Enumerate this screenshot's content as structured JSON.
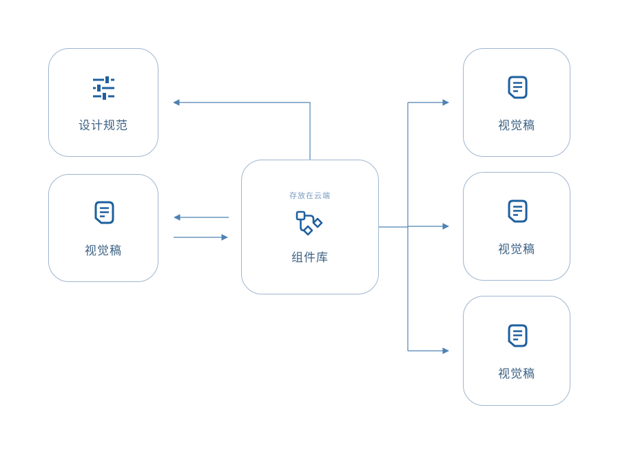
{
  "diagram": {
    "colors": {
      "border": "#9fb5cf",
      "icon": "#1d5f9e",
      "label": "#3d6285",
      "subtitle": "#7b9cc2",
      "arrow": "#4e82b4",
      "background": "#ffffff"
    },
    "nodes": {
      "design_spec": {
        "label": "设计规范",
        "icon": "sliders-icon"
      },
      "visual_draft_left": {
        "label": "视觉稿",
        "icon": "document-icon"
      },
      "component_library": {
        "label": "组件库",
        "subtitle": "存放在云端",
        "icon": "git-branch-icon"
      },
      "visual_draft_right_top": {
        "label": "视觉稿",
        "icon": "document-icon"
      },
      "visual_draft_right_middle": {
        "label": "视觉稿",
        "icon": "document-icon"
      },
      "visual_draft_right_bottom": {
        "label": "视觉稿",
        "icon": "document-icon"
      }
    },
    "connections": [
      {
        "from": "component_library",
        "to": "design_spec",
        "direction": "left"
      },
      {
        "from": "component_library",
        "to": "visual_draft_left",
        "direction": "left"
      },
      {
        "from": "visual_draft_left",
        "to": "component_library",
        "direction": "right"
      },
      {
        "from": "component_library",
        "to": "visual_draft_right_top",
        "direction": "right"
      },
      {
        "from": "component_library",
        "to": "visual_draft_right_middle",
        "direction": "right"
      },
      {
        "from": "component_library",
        "to": "visual_draft_right_bottom",
        "direction": "right"
      }
    ]
  }
}
